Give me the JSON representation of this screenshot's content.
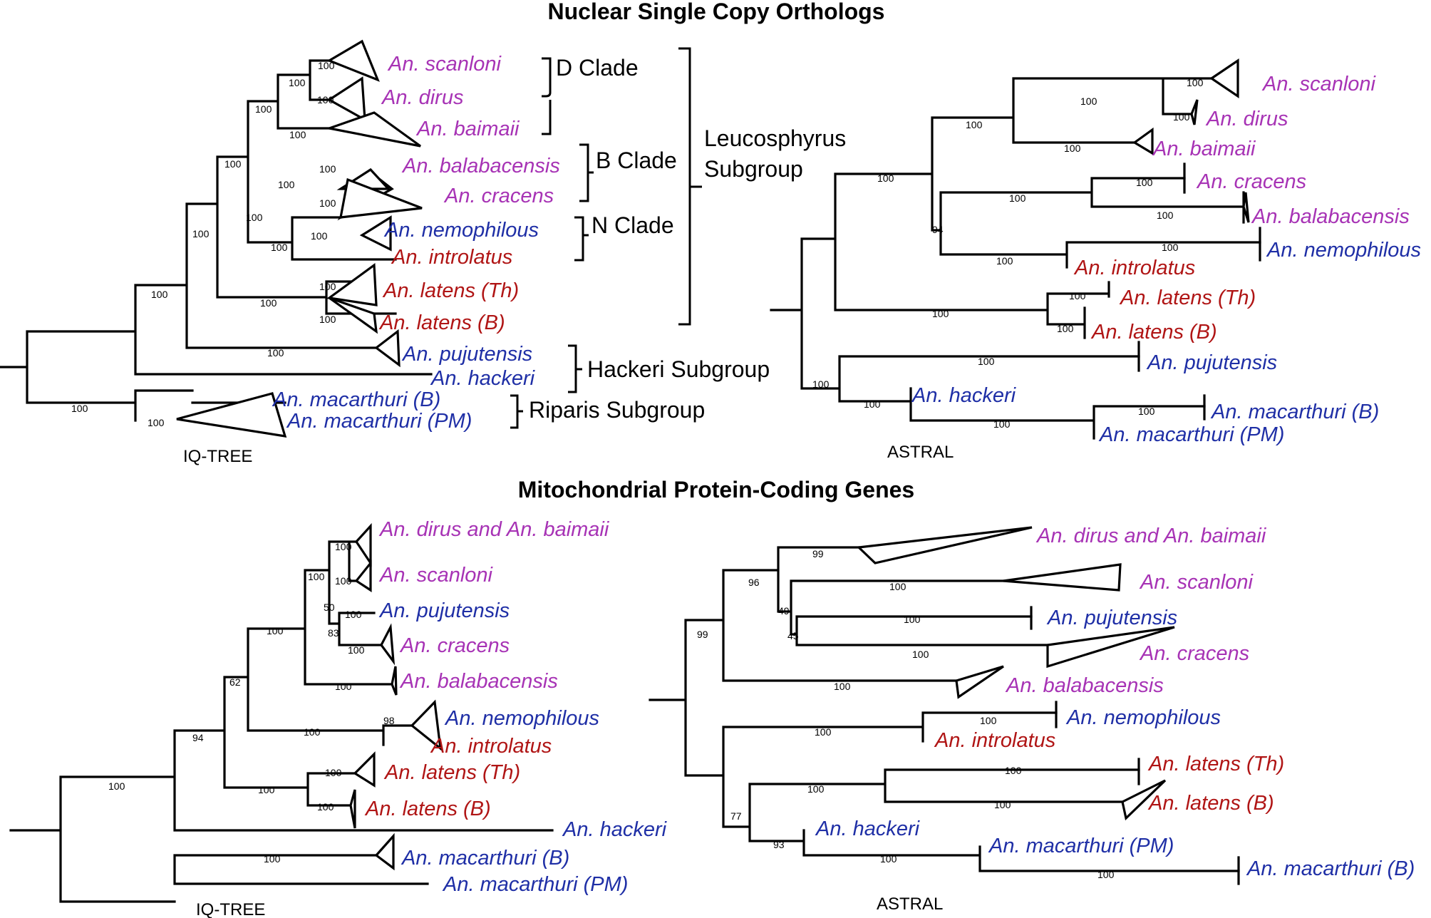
{
  "colors": {
    "purple": "#a733b5",
    "blue": "#1f2fa6",
    "red": "#b01515",
    "black": "#000000"
  },
  "titles": {
    "nuclear": "Nuclear Single Copy Orthologs",
    "mito": "Mitochondrial Protein-Coding Genes"
  },
  "captions": {
    "iqtree": "IQ-TREE",
    "astral": "ASTRAL"
  },
  "groups": {
    "d_clade": "D Clade",
    "b_clade": "B Clade",
    "n_clade": "N Clade",
    "leuco_line1": "Leucosphyrus",
    "leuco_line2": "Subgroup",
    "hackeri": "Hackeri Subgroup",
    "riparis": "Riparis Subgroup"
  },
  "taxa": {
    "scanloni": "An. scanloni",
    "dirus": "An. dirus",
    "baimaii": "An. baimaii",
    "balabacensis": "An. balabacensis",
    "cracens": "An. cracens",
    "nemophilous": "An. nemophilous",
    "introlatus": "An. introlatus",
    "latens_th": "An. latens (Th)",
    "latens_b": "An. latens (B)",
    "pujutensis": "An. pujutensis",
    "hackeri": "An. hackeri",
    "macarthuri_b": "An. macarthuri (B)",
    "macarthuri_pm": "An. macarthuri (PM)",
    "dirus_baimaii": "An. dirus and An. baimaii"
  },
  "support": {
    "v100": "100",
    "v94": "94",
    "v99": "99",
    "v96": "96",
    "v49": "49",
    "v45": "45",
    "v77": "77",
    "v93": "93",
    "v62": "62",
    "v98": "98",
    "v50": "50",
    "v83": "83"
  }
}
